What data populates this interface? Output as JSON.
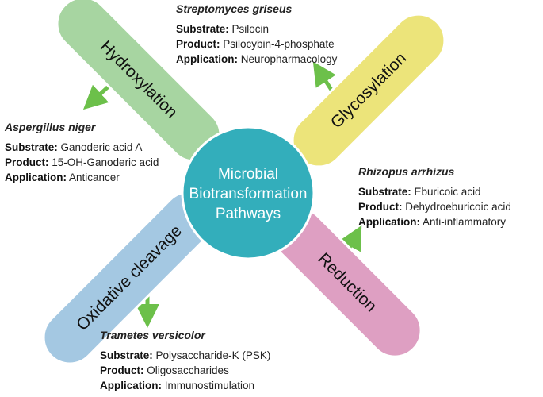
{
  "colors": {
    "hub": "#33AEBB",
    "arrow": "#6CC04A",
    "hydroxylation": "#A7D5A1",
    "glycosylation": "#ECE47A",
    "oxidative": "#A4C8E2",
    "reduction": "#DE9FC2",
    "stroke": "#FFFFFF"
  },
  "hub": {
    "lines": [
      "Microbial",
      "Biotransformation",
      "Pathways"
    ]
  },
  "pathways": [
    {
      "name": "Hydroxylation",
      "organism": "Aspergillus niger",
      "substrate_label": "Substrate:",
      "substrate": "Ganoderic acid A",
      "product_label": "Product:",
      "product": "15-OH-Ganoderic acid",
      "application_label": "Application:",
      "application": "Anticancer"
    },
    {
      "name": "Glycosylation",
      "organism": "Streptomyces griseus",
      "substrate_label": "Substrate:",
      "substrate": "Psilocin",
      "product_label": "Product:",
      "product": "Psilocybin-4-phosphate",
      "application_label": "Application:",
      "application": "Neuropharmacology"
    },
    {
      "name": "Oxidative cleavage",
      "organism": "Trametes versicolor",
      "substrate_label": "Substrate:",
      "substrate": "Polysaccharide-K (PSK)",
      "product_label": "Product:",
      "product": "Oligosaccharides",
      "application_label": "Application:",
      "application": "Immunostimulation"
    },
    {
      "name": "Reduction",
      "organism": "Rhizopus arrhizus",
      "substrate_label": "Substrate:",
      "substrate": "Eburicoic acid",
      "product_label": "Product:",
      "product": "Dehydroeburicoic acid",
      "application_label": "Application:",
      "application": "Anti-inflammatory"
    }
  ]
}
